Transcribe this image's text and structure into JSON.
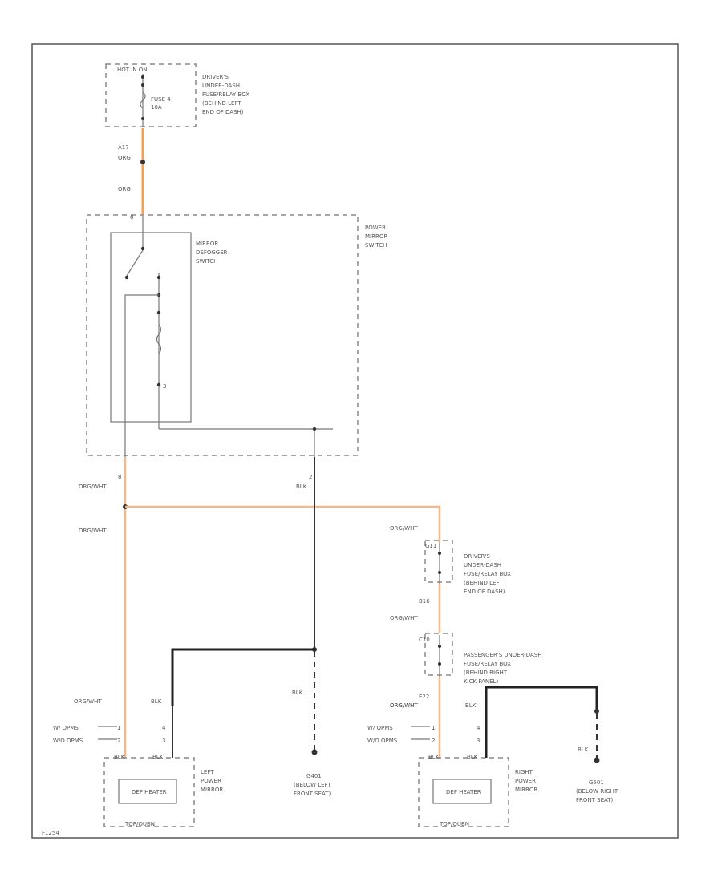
{
  "fuse_block_top": {
    "header": "HOT IN ON",
    "fuse_label_1": "FUSE 4",
    "fuse_label_2": "10A",
    "location_lines": [
      "DRIVER'S",
      "UNDER-DASH",
      "FUSE/RELAY BOX",
      "(BEHIND LEFT",
      "END OF DASH)"
    ]
  },
  "wire_hot": {
    "label_1": "A17",
    "label_2": "ORG",
    "label_3": "ORG"
  },
  "power_mirror_switch": {
    "title_lines": [
      "POWER",
      "MIRROR",
      "SWITCH"
    ],
    "defogger_lines": [
      "MIRROR",
      "DEFOGGER",
      "SWITCH"
    ],
    "pin_top": "6",
    "pin_mid": "3"
  },
  "left_branch": {
    "pin": "8",
    "wire": "ORG/WHT",
    "wire_lower": "ORG/WHT"
  },
  "ground_branch": {
    "pin": "2",
    "wire": "BLK"
  },
  "driver_fuse_block": {
    "wire_top": "ORG/WHT",
    "connector": "G11",
    "location_lines": [
      "DRIVER'S",
      "UNDER-DASH",
      "FUSE/RELAY BOX",
      "(BEHIND LEFT",
      "END OF DASH)"
    ],
    "connector_id": "B16",
    "wire_bottom": "ORG/WHT"
  },
  "passenger_fuse_block": {
    "connector": "C10",
    "location_lines": [
      "PASSENGER'S UNDER-DASH",
      "FUSE/RELAY BOX",
      "(BEHIND RIGHT",
      "KICK PANEL)"
    ],
    "connector_id": "E22",
    "wire_bottom": "ORG/WHT"
  },
  "left_mirror": {
    "wire_org": "ORG/WHT",
    "wire_blk": "BLK",
    "opt_1": "W/ OPMS",
    "opt_2": "W/O OPMS",
    "pin_1": "1",
    "pin_2": "2",
    "pin_3": "4",
    "pin_4": "3",
    "bottom_left": "BLK",
    "bottom_right": "BLK",
    "heater": "DEF HEATER",
    "footer": "TOP/OUBN",
    "title_lines": [
      "LEFT",
      "POWER",
      "MIRROR"
    ]
  },
  "left_ground": {
    "wire": "BLK",
    "lines": [
      "G401",
      "(BELOW LEFT",
      "FRONT SEAT)"
    ]
  },
  "right_mirror": {
    "wire_org": "ORG/WHT",
    "wire_blk": "BLK",
    "opt_1": "W/ OPMS",
    "opt_2": "W/O OPMS",
    "pin_1": "1",
    "pin_2": "2",
    "pin_3": "4",
    "pin_4": "3",
    "bottom_left": "BLK",
    "bottom_right": "BLK",
    "heater": "DEF HEATER",
    "footer": "TOP/OUBN",
    "title_lines": [
      "RIGHT",
      "POWER",
      "MIRROR"
    ]
  },
  "right_ground": {
    "wire": "BLK",
    "lines": [
      "G501",
      "(BELOW RIGHT",
      "FRONT SEAT)"
    ]
  },
  "figure_id": "F1254"
}
